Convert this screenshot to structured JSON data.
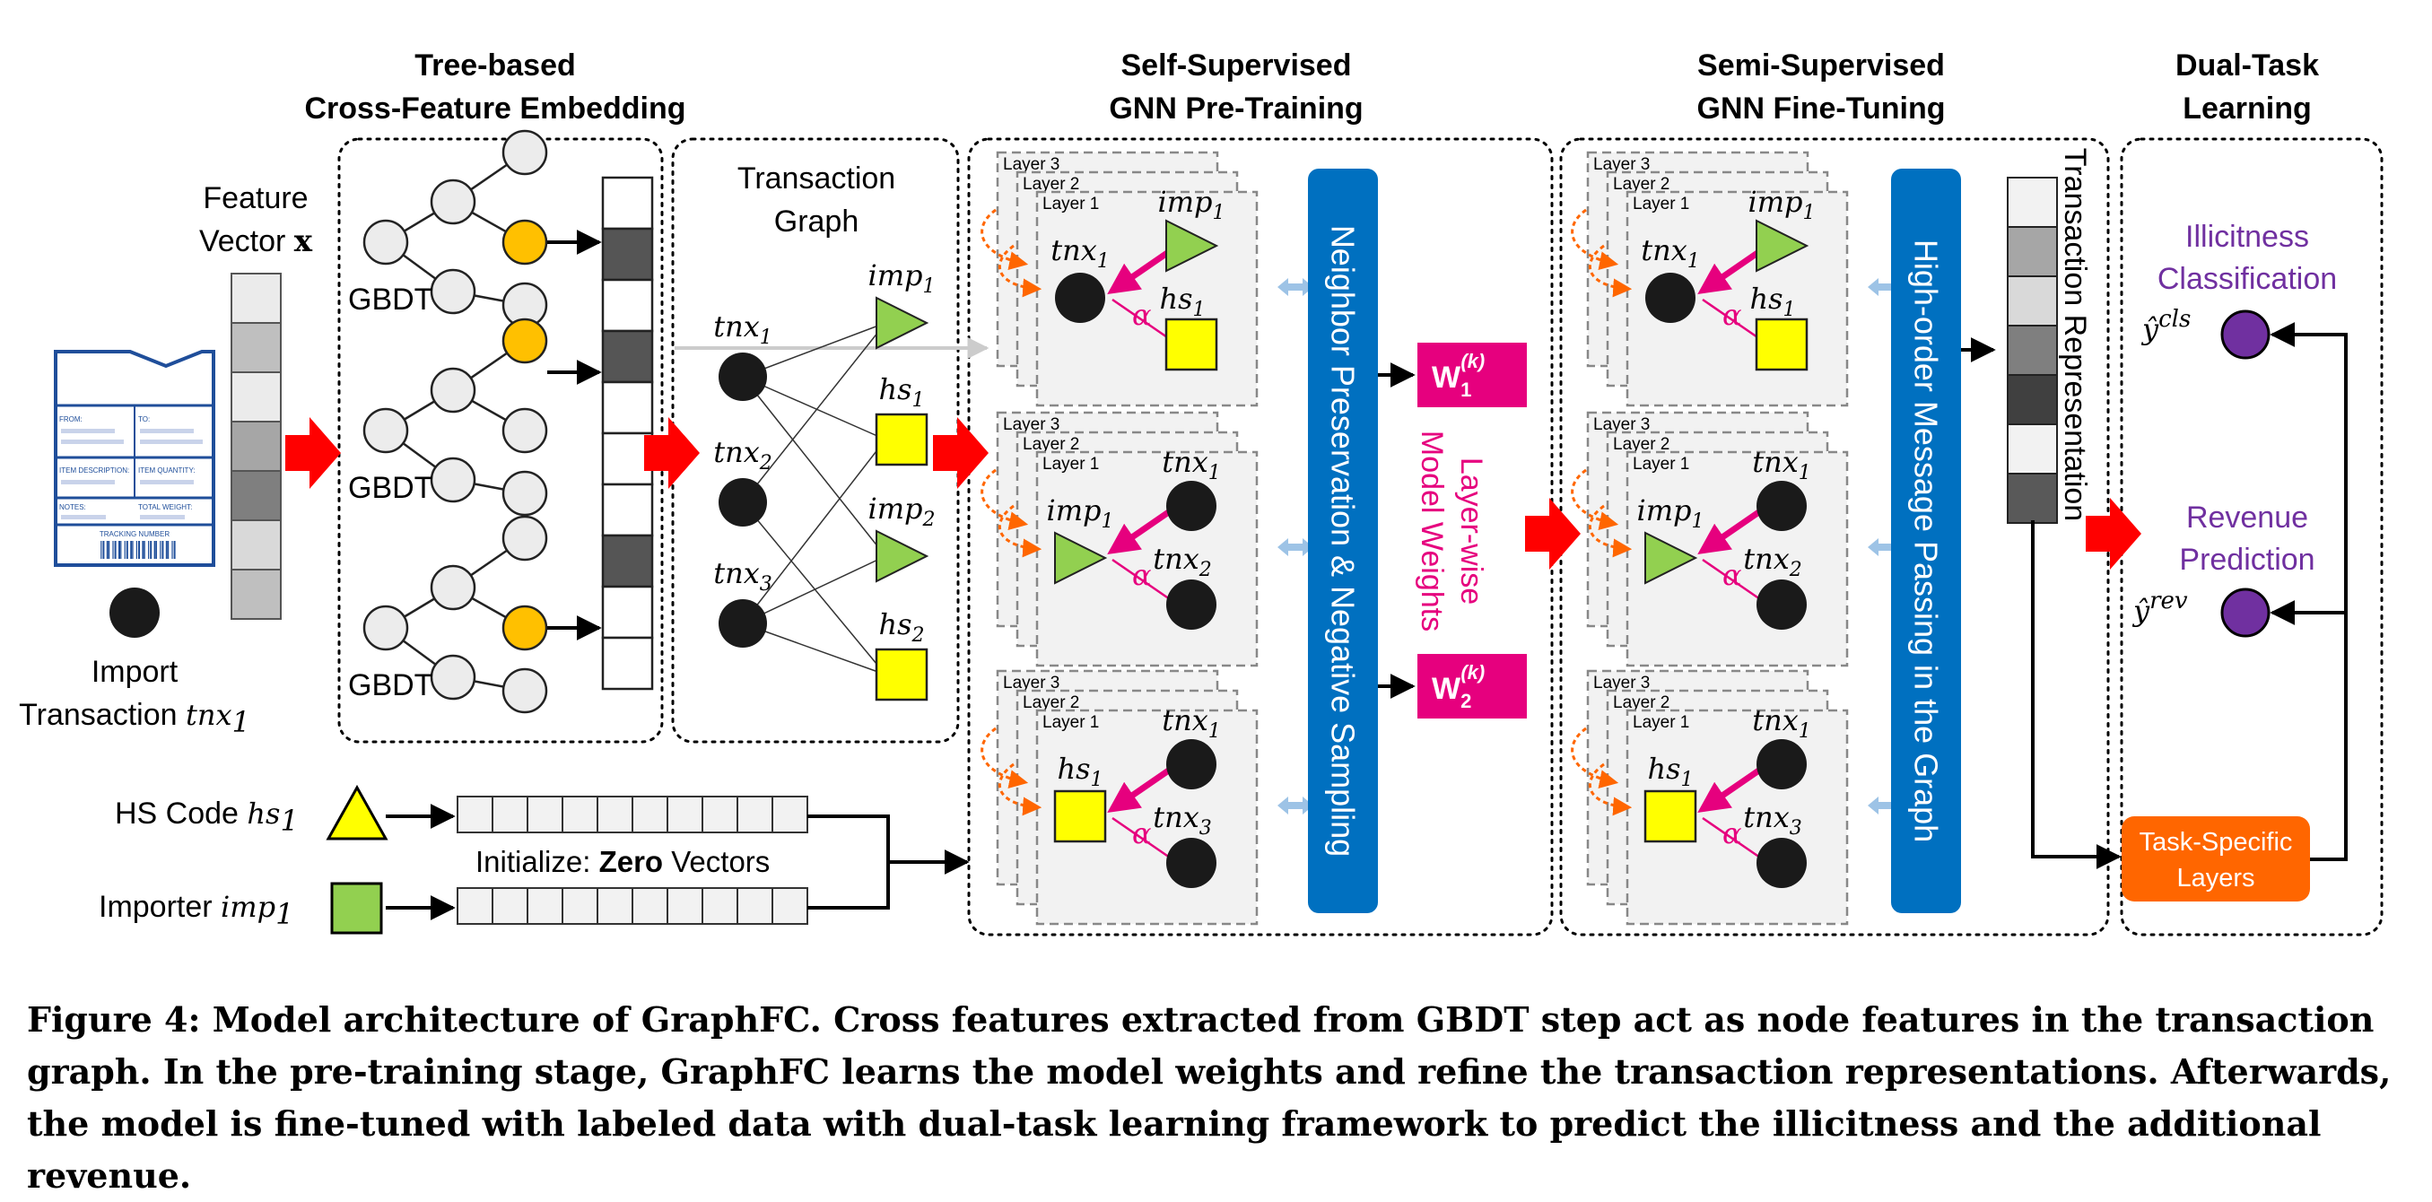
{
  "sections": {
    "tree": [
      "Tree-based",
      "Cross-Feature Embedding"
    ],
    "pretrain": [
      "Self-Supervised",
      "GNN Pre-Training"
    ],
    "finetune": [
      "Semi-Supervised",
      "GNN Fine-Tuning"
    ],
    "dual": [
      "Dual-Task",
      "Learning"
    ]
  },
  "left": {
    "feature_vector": [
      "Feature",
      "Vector"
    ],
    "feature_vector_symbol": "x",
    "import_tx": [
      "Import",
      "Transaction"
    ],
    "import_tx_symbol": "tnx",
    "import_tx_sub": "1",
    "form_labels": [
      "FROM:",
      "TO:",
      "ITEM DESCRIPTION:",
      "ITEM QUANTITY:",
      "NOTES:",
      "TOTAL WEIGHT:",
      "TRACKING NUMBER"
    ]
  },
  "gbdt_label": "GBDT",
  "graph": {
    "title": [
      "Transaction",
      "Graph"
    ],
    "nodes": [
      {
        "name": "tnx",
        "sub": "1"
      },
      {
        "name": "tnx",
        "sub": "2"
      },
      {
        "name": "tnx",
        "sub": "3"
      },
      {
        "name": "imp",
        "sub": "1"
      },
      {
        "name": "hs",
        "sub": "1"
      },
      {
        "name": "imp",
        "sub": "2"
      },
      {
        "name": "hs",
        "sub": "2"
      }
    ]
  },
  "layers": [
    "Layer 3",
    "Layer 2",
    "Layer 1"
  ],
  "alpha": "α",
  "pretrain_panels": [
    {
      "center": {
        "name": "tnx",
        "sub": "1"
      },
      "n1": {
        "name": "imp",
        "sub": "1"
      },
      "n2": {
        "name": "hs",
        "sub": "1"
      }
    },
    {
      "center": {
        "name": "imp",
        "sub": "1"
      },
      "n1": {
        "name": "tnx",
        "sub": "1"
      },
      "n2": {
        "name": "tnx",
        "sub": "2"
      }
    },
    {
      "center": {
        "name": "hs",
        "sub": "1"
      },
      "n1": {
        "name": "tnx",
        "sub": "1"
      },
      "n2": {
        "name": "tnx",
        "sub": "3"
      }
    }
  ],
  "pretrain_bar": "Neighbor Preservation & Negative Sampling",
  "weights": {
    "w1": "W",
    "w1_sub": "1",
    "w2": "W",
    "w2_sub": "2",
    "sup": "(k)",
    "label": [
      "Layer-wise",
      "Model Weights"
    ]
  },
  "finetune_bar": "High-order Message Passing in the Graph",
  "tx_repr": "Transaction Representation",
  "outputs": {
    "cls_label": [
      "Illicitness",
      "Classification"
    ],
    "cls_symbol": "ŷ",
    "cls_sup": "cls",
    "rev_label": [
      "Revenue",
      "Prediction"
    ],
    "rev_symbol": "ŷ",
    "rev_sup": "rev",
    "task_layers": [
      "Task-Specific",
      "Layers"
    ]
  },
  "bottom": {
    "hs_code": "HS Code",
    "hs_sym": "hs",
    "hs_sub": "1",
    "importer": "Importer",
    "imp_sym": "imp",
    "imp_sub": "1",
    "init_prefix": "Initialize: ",
    "init_bold": "Zero",
    "init_suffix": " Vectors"
  },
  "caption": "Figure 4: Model architecture of GraphFC. Cross features extracted from GBDT step act as node features in the transaction graph. In the pre-training stage, GraphFC learns the model weights and refine the transaction representations. Afterwards, the model is fine-tuned with labeled data with dual-task learning framework to predict the illicitness and the additional revenue.",
  "colors": {
    "red_arrow": "#ff0000",
    "pink": "#e6007e",
    "blue_bar": "#0070c0",
    "orange": "#ff6600",
    "gold": "#ffc000",
    "green": "#92d050",
    "yellow": "#ffff00",
    "purple": "#7030a0",
    "node_dark": "#1a1a1a"
  }
}
